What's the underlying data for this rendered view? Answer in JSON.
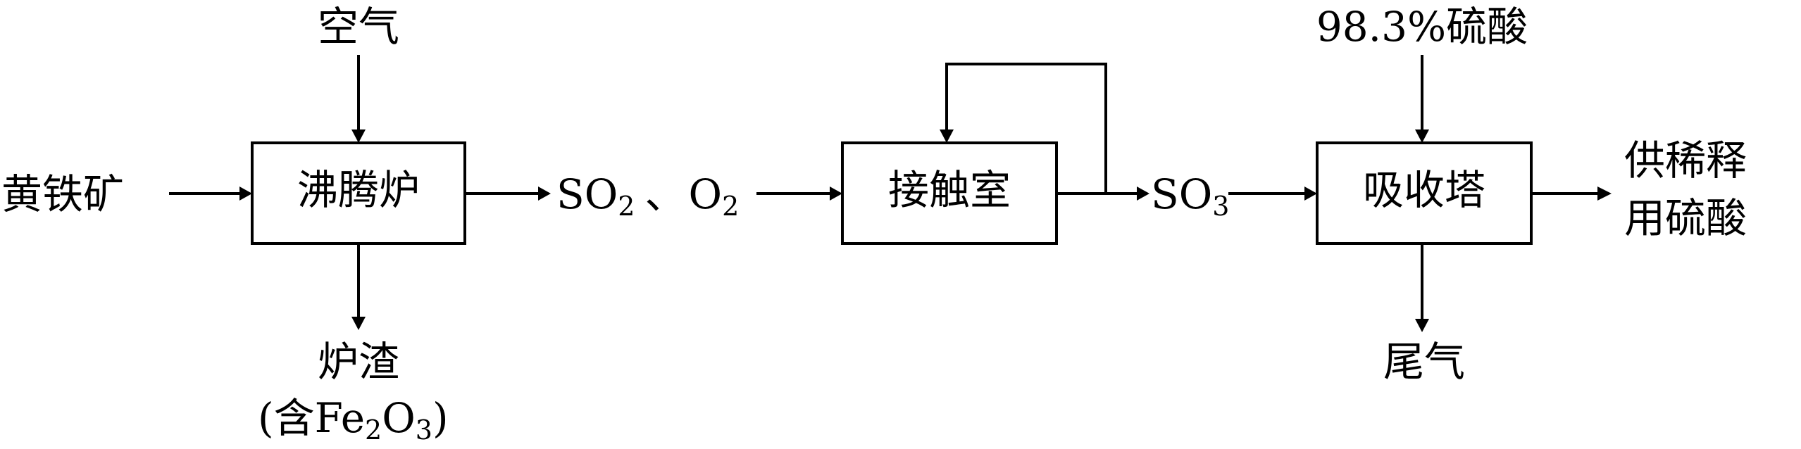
{
  "inputs": {
    "air": "空气",
    "pyrite": "黄铁矿",
    "acid_98": "98.3%硫酸"
  },
  "units": {
    "furnace": "沸腾炉",
    "contact_chamber": "接触室",
    "absorption_tower": "吸收塔"
  },
  "streams": {
    "so2_main": "SO",
    "so2_sub": "2",
    "separator": "、",
    "o2_main": "O",
    "o2_sub": "2",
    "so3_main": "SO",
    "so3_sub": "3"
  },
  "outputs": {
    "slag": "炉渣",
    "slag_note_open": "(含Fe",
    "slag_note_sub1": "2",
    "slag_note_mid": "O",
    "slag_note_sub2": "3",
    "slag_note_close": ")",
    "tail_gas": "尾气",
    "product_line1": "供稀释",
    "product_line2": "用硫酸"
  }
}
